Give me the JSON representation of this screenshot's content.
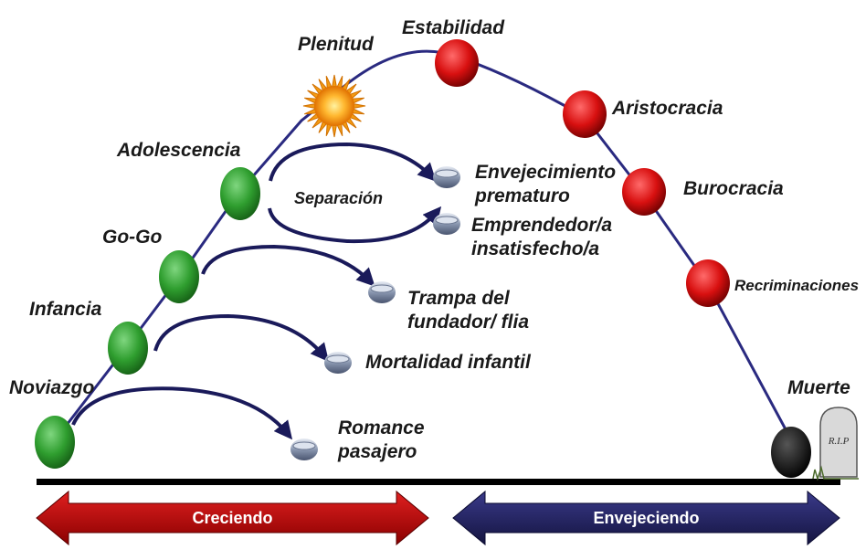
{
  "stages": {
    "noviazgo": "Noviazgo",
    "infancia": "Infancia",
    "gogo": "Go-Go",
    "adolescencia": "Adolescencia",
    "plenitud": "Plenitud",
    "estabilidad": "Estabilidad",
    "aristocracia": "Aristocracia",
    "burocracia": "Burocracia",
    "recriminaciones": "Recriminaciones",
    "muerte": "Muerte"
  },
  "outcomes": {
    "romance": "Romance\npasajero",
    "mortalidad": "Mortalidad infantil",
    "trampa": "Trampa del\nfundador/ flia",
    "emprendedor": "Emprendedor/a\ninsatisfecho/a",
    "envejecimiento": "Envejecimiento\nprematuro"
  },
  "separacion": "Separación",
  "tombstone": "R.I.P",
  "arrows": {
    "growing": "Creciendo",
    "aging": "Envejeciendo"
  },
  "colors": {
    "growth_node": "#2f9e2f",
    "decline_node": "#d81010",
    "death_node": "#000000",
    "curve": "#2a2a80",
    "growing_arrow": "#c00000",
    "aging_arrow": "#1f1f5c",
    "sun": "#f7a21b"
  }
}
